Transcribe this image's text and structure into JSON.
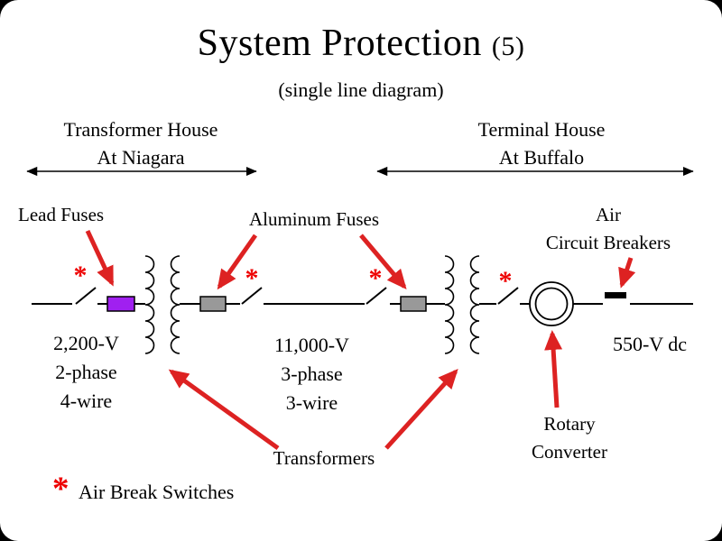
{
  "slide": {
    "title": "System Protection",
    "title_suffix": "(5)",
    "subtitle": "(single line diagram)"
  },
  "sections": {
    "transformer_house": {
      "line1": "Transformer House",
      "line2": "At Niagara"
    },
    "terminal_house": {
      "line1": "Terminal House",
      "line2": "At Buffalo"
    }
  },
  "callouts": {
    "lead_fuses": "Lead Fuses",
    "aluminum_fuses": "Aluminum Fuses",
    "air_circuit_breakers": {
      "line1": "Air",
      "line2": "Circuit Breakers"
    },
    "transformers": "Transformers",
    "rotary_converter": {
      "line1": "Rotary",
      "line2": "Converter"
    }
  },
  "bus_labels": {
    "niagara": {
      "line1": "2,200-V",
      "line2": "2-phase",
      "line3": "4-wire"
    },
    "transmission": {
      "line1": "11,000-V",
      "line2": "3-phase",
      "line3": "3-wire"
    },
    "buffalo": "550-V dc"
  },
  "legend": {
    "asterisk": "*",
    "label": "Air Break Switches"
  },
  "diagram": {
    "switch_asterisk": "*"
  },
  "colors": {
    "arrow_red": "#dd2222",
    "asterisk_red": "#ee0000",
    "lead_fuse_fill": "#a020f0",
    "aluminum_fuse_fill": "#999999"
  }
}
